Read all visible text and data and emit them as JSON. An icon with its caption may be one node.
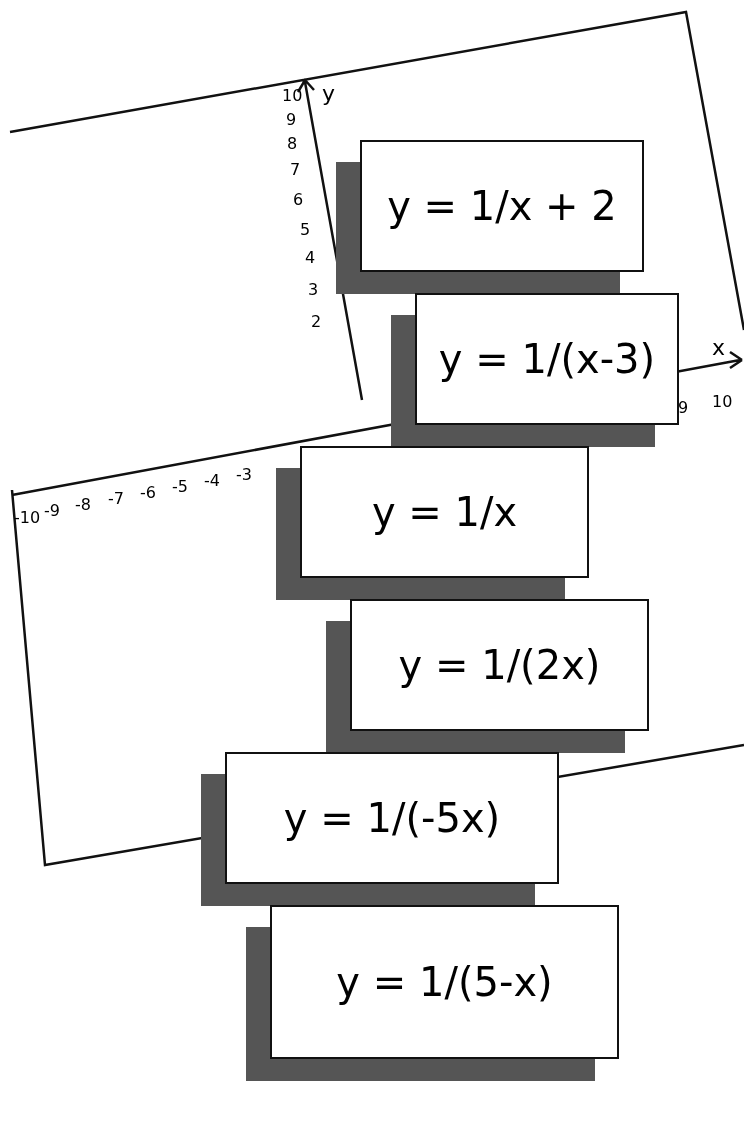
{
  "diagram": {
    "nodes": [
      {
        "text": [
          "y = 1/x + 2"
        ]
      },
      {
        "text": [
          "y = 1/(x-3)"
        ]
      },
      {
        "text": [
          "y = 1/x"
        ]
      },
      {
        "text": [
          "y = 1/(2x)"
        ]
      },
      {
        "text": [
          "y = 1/(-5x)"
        ]
      },
      {
        "text": [
          "y = 1/(5-x)"
        ]
      }
    ],
    "labels": [
      "y",
      "10",
      "9",
      "8",
      "7",
      "6",
      "5",
      "4",
      "3",
      "2",
      "x",
      "-10",
      "-9",
      "-8",
      "-7",
      "-6",
      "-5",
      "-4",
      "-3",
      "9",
      "10"
    ]
  }
}
